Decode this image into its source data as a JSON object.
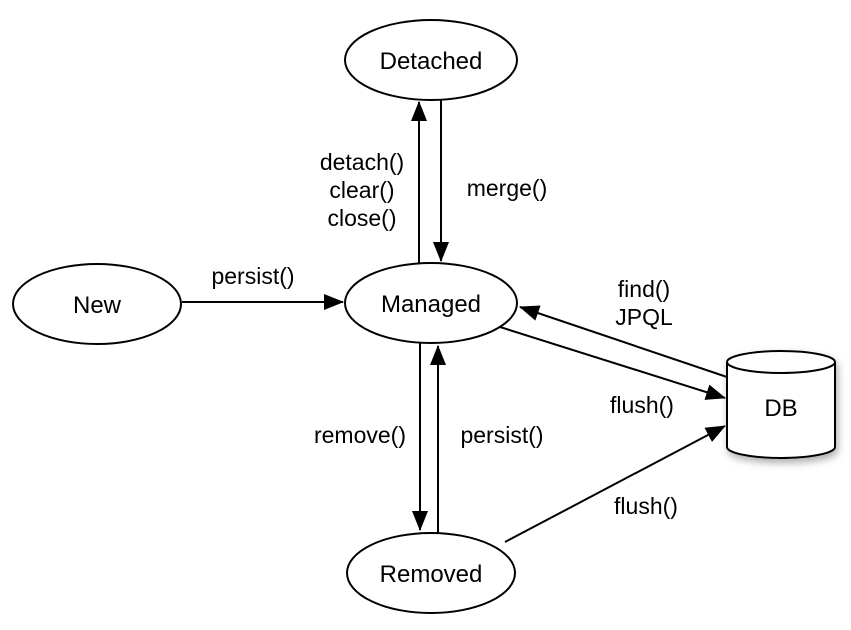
{
  "nodes": {
    "new": {
      "label": "New"
    },
    "detached": {
      "label": "Detached"
    },
    "managed": {
      "label": "Managed"
    },
    "removed": {
      "label": "Removed"
    },
    "db": {
      "label": "DB"
    }
  },
  "edges": {
    "new_to_managed": {
      "label": "persist()"
    },
    "managed_to_detached": {
      "label_line1": "detach()",
      "label_line2": "clear()",
      "label_line3": "close()"
    },
    "detached_to_managed": {
      "label": "merge()"
    },
    "db_to_managed": {
      "label_line1": "find()",
      "label_line2": "JPQL"
    },
    "managed_to_db": {
      "label": "flush()"
    },
    "managed_to_removed": {
      "label": "remove()"
    },
    "removed_to_managed": {
      "label": "persist()"
    },
    "removed_to_db": {
      "label": "flush()"
    }
  },
  "colors": {
    "stroke": "#000000",
    "background": "#ffffff",
    "text": "#000000"
  }
}
